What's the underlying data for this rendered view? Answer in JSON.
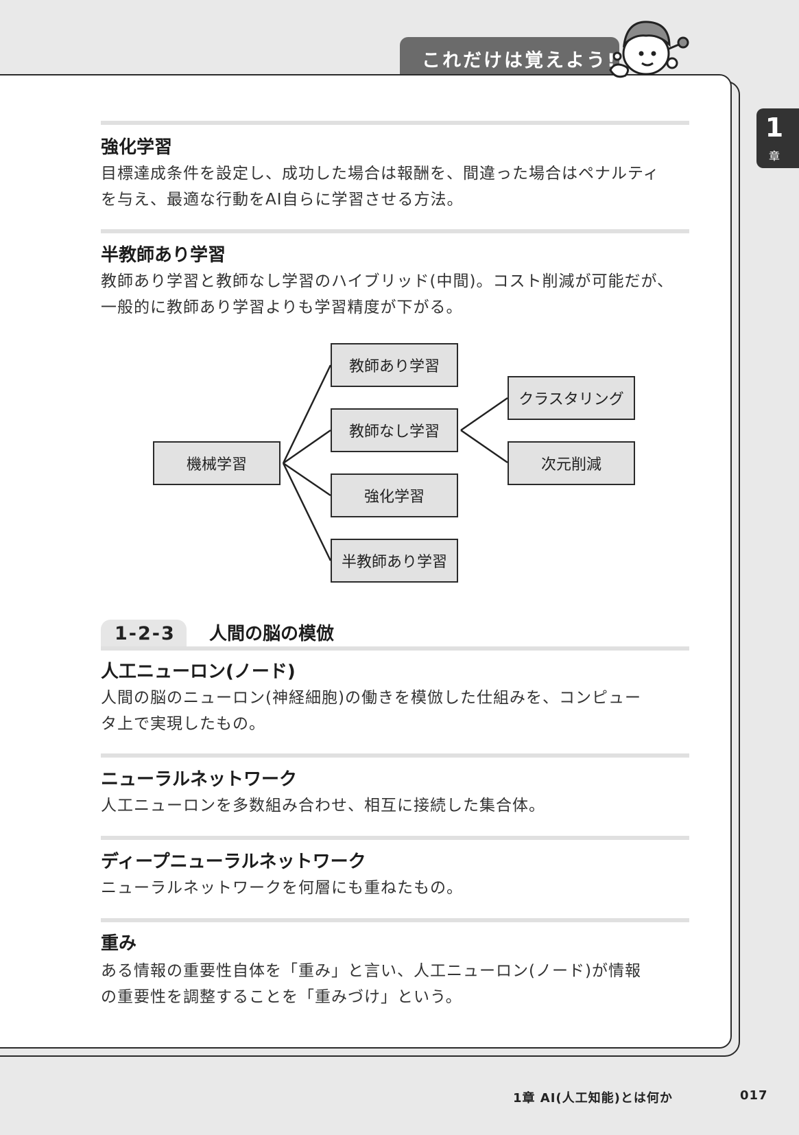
{
  "memo": {
    "title": "これだけは覚えよう!"
  },
  "chapter_tab": {
    "number": "1",
    "word": "章"
  },
  "entries_top": [
    {
      "heading": "強化学習",
      "lines": [
        "目標達成条件を設定し、成功した場合は報酬を、間違った場合はペナルティ",
        "を与え、最適な行動をAI自らに学習させる方法。"
      ]
    },
    {
      "heading": "半教師あり学習",
      "lines": [
        "教師あり学習と教師なし学習のハイブリッド(中間)。コスト削減が可能だが、",
        "一般的に教師あり学習よりも学習精度が下がる。"
      ]
    }
  ],
  "diagram": {
    "root": "機械学習",
    "children": [
      "教師あり学習",
      "教師なし学習",
      "強化学習",
      "半教師あり学習"
    ],
    "unsupervised_children": [
      "クラスタリング",
      "次元削減"
    ]
  },
  "section": {
    "number": "1-2-3",
    "title": "人間の脳の模倣"
  },
  "entries_bottom": [
    {
      "heading": "人工ニューロン(ノード)",
      "lines": [
        "人間の脳のニューロン(神経細胞)の働きを模倣した仕組みを、コンピュー",
        "タ上で実現したもの。"
      ]
    },
    {
      "heading": "ニューラルネットワーク",
      "lines": [
        "人工ニューロンを多数組み合わせ、相互に接続した集合体。"
      ]
    },
    {
      "heading": "ディープニューラルネットワーク",
      "lines": [
        "ニューラルネットワークを何層にも重ねたもの。"
      ]
    },
    {
      "heading": "重み",
      "lines": [
        "ある情報の重要性自体を「重み」と言い、人工ニューロン(ノード)が情報",
        "の重要性を調整することを「重みづけ」という。"
      ]
    }
  ],
  "footer": {
    "chapter": "1章 AI(人工知能)とは何か",
    "page": "017"
  }
}
